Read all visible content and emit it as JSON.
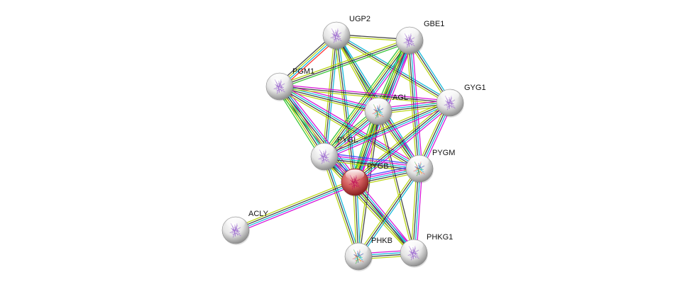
{
  "title": "Protein interaction network",
  "nodes": [
    {
      "id": "UGP2",
      "label": "UGP2",
      "color": "white",
      "query": false
    },
    {
      "id": "GBE1",
      "label": "GBE1",
      "color": "white",
      "query": false
    },
    {
      "id": "PGM1",
      "label": "PGM1",
      "color": "white",
      "query": false
    },
    {
      "id": "AGL",
      "label": "AGL",
      "color": "white",
      "query": false
    },
    {
      "id": "GYG1",
      "label": "GYG1",
      "color": "white",
      "query": false
    },
    {
      "id": "PYGL",
      "label": "PYGL",
      "color": "white",
      "query": false
    },
    {
      "id": "PYGB",
      "label": "PYGB",
      "color": "red",
      "query": true
    },
    {
      "id": "PYGM",
      "label": "PYGM",
      "color": "white",
      "query": false
    },
    {
      "id": "ACLY",
      "label": "ACLY",
      "color": "white",
      "query": false
    },
    {
      "id": "PHKB",
      "label": "PHKB",
      "color": "white",
      "query": false
    },
    {
      "id": "PHKG1",
      "label": "PHKG1",
      "color": "white",
      "query": false
    }
  ],
  "edge_colors": {
    "known_db": "#00b4d8",
    "experimental": "#d400d4",
    "textmining": "#b5d300",
    "coexpression": "#333333",
    "neighborhood": "#22c022",
    "fusion": "#ff2020",
    "homology": "#3333ff"
  },
  "edges": [
    {
      "a": "UGP2",
      "b": "GBE1",
      "types": [
        "coexpression",
        "textmining"
      ]
    },
    {
      "a": "UGP2",
      "b": "PGM1",
      "types": [
        "fusion",
        "known_db",
        "textmining",
        "coexpression"
      ]
    },
    {
      "a": "UGP2",
      "b": "AGL",
      "types": [
        "known_db",
        "coexpression",
        "textmining"
      ]
    },
    {
      "a": "UGP2",
      "b": "GYG1",
      "types": [
        "known_db",
        "coexpression",
        "textmining"
      ]
    },
    {
      "a": "UGP2",
      "b": "PYGL",
      "types": [
        "known_db",
        "coexpression",
        "textmining"
      ]
    },
    {
      "a": "UGP2",
      "b": "PYGB",
      "types": [
        "known_db",
        "coexpression",
        "textmining"
      ]
    },
    {
      "a": "UGP2",
      "b": "PYGM",
      "types": [
        "known_db",
        "coexpression",
        "textmining"
      ]
    },
    {
      "a": "GBE1",
      "b": "PGM1",
      "types": [
        "neighborhood",
        "coexpression",
        "textmining"
      ]
    },
    {
      "a": "GBE1",
      "b": "AGL",
      "types": [
        "experimental",
        "known_db",
        "coexpression",
        "textmining",
        "neighborhood"
      ]
    },
    {
      "a": "GBE1",
      "b": "GYG1",
      "types": [
        "known_db",
        "coexpression",
        "textmining"
      ]
    },
    {
      "a": "GBE1",
      "b": "PYGL",
      "types": [
        "experimental",
        "known_db",
        "coexpression",
        "textmining",
        "neighborhood"
      ]
    },
    {
      "a": "GBE1",
      "b": "PYGB",
      "types": [
        "experimental",
        "known_db",
        "coexpression",
        "textmining",
        "neighborhood"
      ]
    },
    {
      "a": "GBE1",
      "b": "PYGM",
      "types": [
        "experimental",
        "known_db",
        "coexpression",
        "textmining"
      ]
    },
    {
      "a": "PGM1",
      "b": "AGL",
      "types": [
        "experimental",
        "known_db",
        "coexpression",
        "textmining"
      ]
    },
    {
      "a": "PGM1",
      "b": "GYG1",
      "types": [
        "experimental",
        "coexpression",
        "textmining"
      ]
    },
    {
      "a": "PGM1",
      "b": "PYGL",
      "types": [
        "experimental",
        "known_db",
        "coexpression",
        "textmining",
        "neighborhood"
      ]
    },
    {
      "a": "PGM1",
      "b": "PYGB",
      "types": [
        "experimental",
        "known_db",
        "coexpression",
        "textmining",
        "neighborhood"
      ]
    },
    {
      "a": "PGM1",
      "b": "PYGM",
      "types": [
        "experimental",
        "known_db",
        "coexpression",
        "textmining"
      ]
    },
    {
      "a": "AGL",
      "b": "GYG1",
      "types": [
        "experimental",
        "known_db",
        "coexpression",
        "textmining"
      ]
    },
    {
      "a": "AGL",
      "b": "PYGL",
      "types": [
        "experimental",
        "known_db",
        "coexpression",
        "textmining",
        "neighborhood"
      ]
    },
    {
      "a": "AGL",
      "b": "PYGB",
      "types": [
        "experimental",
        "known_db",
        "coexpression",
        "textmining",
        "neighborhood"
      ]
    },
    {
      "a": "AGL",
      "b": "PYGM",
      "types": [
        "experimental",
        "known_db",
        "coexpression",
        "textmining"
      ]
    },
    {
      "a": "AGL",
      "b": "PHKB",
      "types": [
        "coexpression",
        "textmining"
      ]
    },
    {
      "a": "AGL",
      "b": "PHKG1",
      "types": [
        "coexpression",
        "textmining"
      ]
    },
    {
      "a": "GYG1",
      "b": "PYGL",
      "types": [
        "experimental",
        "known_db",
        "coexpression",
        "textmining"
      ]
    },
    {
      "a": "GYG1",
      "b": "PYGB",
      "types": [
        "experimental",
        "known_db",
        "coexpression",
        "textmining"
      ]
    },
    {
      "a": "GYG1",
      "b": "PYGM",
      "types": [
        "experimental",
        "known_db",
        "coexpression",
        "textmining"
      ]
    },
    {
      "a": "PYGL",
      "b": "PYGB",
      "types": [
        "homology",
        "experimental",
        "known_db",
        "coexpression",
        "textmining"
      ]
    },
    {
      "a": "PYGL",
      "b": "PYGM",
      "types": [
        "homology",
        "experimental",
        "known_db",
        "coexpression",
        "textmining"
      ]
    },
    {
      "a": "PYGL",
      "b": "PHKB",
      "types": [
        "known_db",
        "coexpression",
        "textmining"
      ]
    },
    {
      "a": "PYGL",
      "b": "PHKG1",
      "types": [
        "experimental",
        "known_db",
        "coexpression",
        "textmining"
      ]
    },
    {
      "a": "PYGB",
      "b": "PYGM",
      "types": [
        "homology",
        "experimental",
        "known_db",
        "coexpression",
        "textmining"
      ]
    },
    {
      "a": "PYGB",
      "b": "ACLY",
      "types": [
        "experimental",
        "known_db",
        "coexpression",
        "textmining"
      ]
    },
    {
      "a": "PYGB",
      "b": "PHKB",
      "types": [
        "known_db",
        "coexpression",
        "textmining"
      ]
    },
    {
      "a": "PYGB",
      "b": "PHKG1",
      "types": [
        "experimental",
        "known_db",
        "coexpression",
        "textmining"
      ]
    },
    {
      "a": "PYGM",
      "b": "PHKB",
      "types": [
        "known_db",
        "coexpression",
        "textmining"
      ]
    },
    {
      "a": "PYGM",
      "b": "PHKG1",
      "types": [
        "experimental",
        "known_db",
        "coexpression",
        "textmining"
      ]
    },
    {
      "a": "PHKB",
      "b": "PHKG1",
      "types": [
        "experimental",
        "known_db",
        "coexpression",
        "textmining"
      ]
    }
  ]
}
